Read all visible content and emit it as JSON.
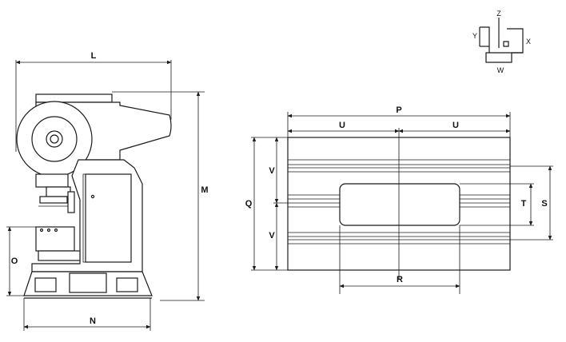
{
  "side_view": {
    "labels": {
      "L": "L",
      "M": "M",
      "N": "N",
      "O": "O"
    }
  },
  "table_view": {
    "labels": {
      "P": "P",
      "U_left": "U",
      "U_right": "U",
      "Q": "Q",
      "V_top": "V",
      "V_bottom": "V",
      "T": "T",
      "S": "S",
      "R": "R"
    }
  },
  "axis_icon": {
    "labels": {
      "Z": "Z",
      "Y": "Y",
      "X": "X",
      "W": "W"
    }
  }
}
